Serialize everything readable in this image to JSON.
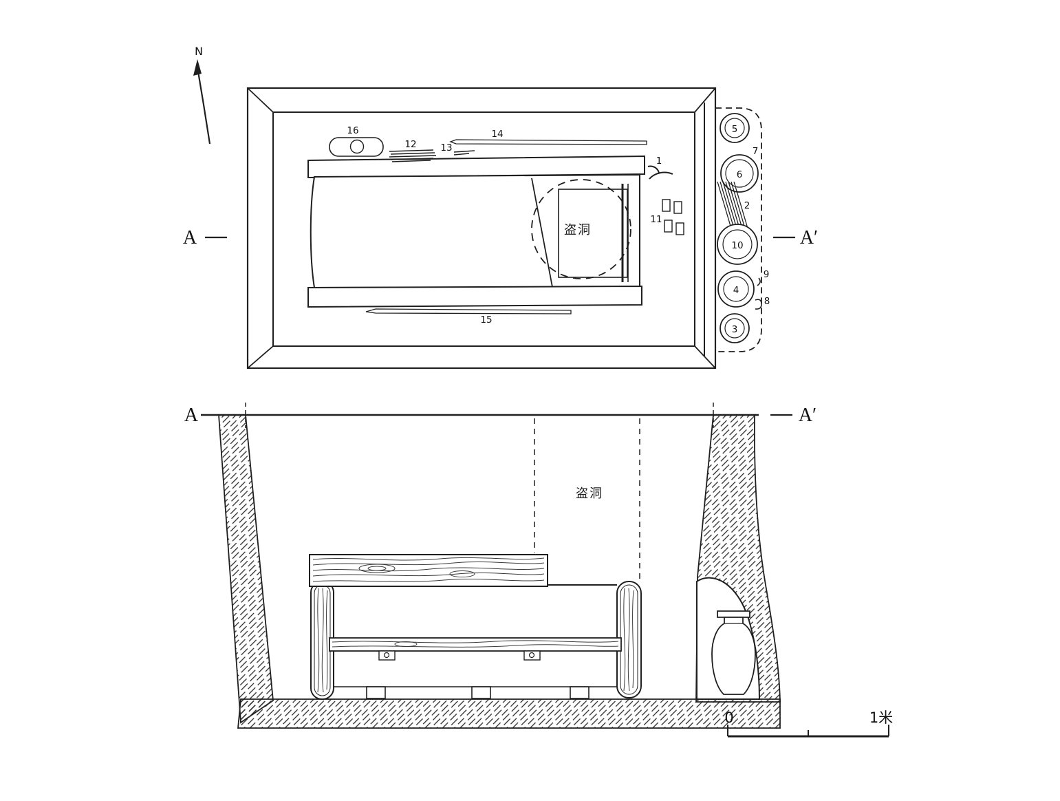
{
  "figure": {
    "ink_color": "#1f1f1f",
    "compass": {
      "north_label": "N"
    },
    "plan": {
      "marker_left": "A",
      "marker_right": "A′",
      "robber_hole_label": "盗洞",
      "items": {
        "1": "1",
        "2": "2",
        "3": "3",
        "4": "4",
        "5": "5",
        "6": "6",
        "7": "7",
        "8": "8",
        "9": "9",
        "10": "10",
        "11": "11",
        "12": "12",
        "13": "13",
        "14": "14",
        "15": "15",
        "16": "16"
      }
    },
    "section": {
      "marker_left": "A",
      "marker_right": "A′",
      "robber_hole_label": "盗洞"
    },
    "scale_bar": {
      "start": "0",
      "end": "1米"
    }
  }
}
